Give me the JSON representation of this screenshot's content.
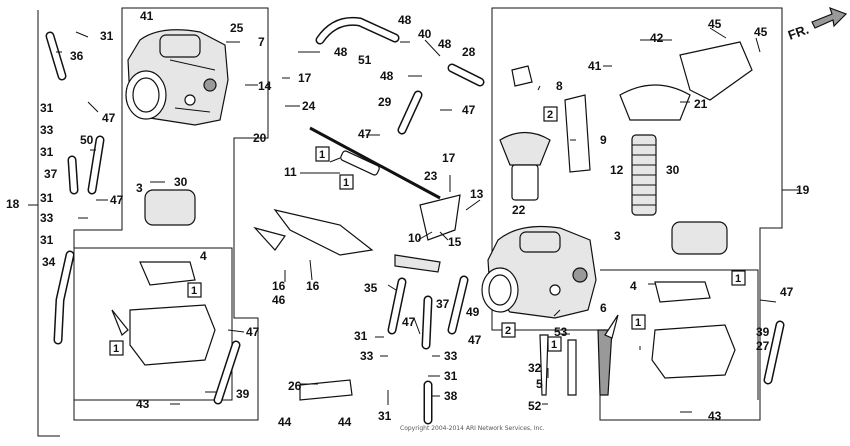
{
  "diagram": {
    "direction_label": "FR.",
    "copyright": "Copyright 2004-2014 ARI Network Services, Inc.",
    "callouts": [
      {
        "id": "c41a",
        "text": "41"
      },
      {
        "id": "c31a",
        "text": "31"
      },
      {
        "id": "c36",
        "text": "36"
      },
      {
        "id": "c25",
        "text": "25"
      },
      {
        "id": "c7",
        "text": "7"
      },
      {
        "id": "c14",
        "text": "14"
      },
      {
        "id": "c17a",
        "text": "17"
      },
      {
        "id": "c24",
        "text": "24"
      },
      {
        "id": "c20",
        "text": "20"
      },
      {
        "id": "c31b",
        "text": "31"
      },
      {
        "id": "c47a",
        "text": "47"
      },
      {
        "id": "c33a",
        "text": "33"
      },
      {
        "id": "c50",
        "text": "50"
      },
      {
        "id": "c31c",
        "text": "31"
      },
      {
        "id": "c37a",
        "text": "37"
      },
      {
        "id": "c3a",
        "text": "3"
      },
      {
        "id": "c30a",
        "text": "30"
      },
      {
        "id": "c31d",
        "text": "31"
      },
      {
        "id": "c47b",
        "text": "47"
      },
      {
        "id": "c33b",
        "text": "33"
      },
      {
        "id": "c18",
        "text": "18"
      },
      {
        "id": "c31e",
        "text": "31"
      },
      {
        "id": "c34",
        "text": "34"
      },
      {
        "id": "c4a",
        "text": "4"
      },
      {
        "id": "c47c",
        "text": "47"
      },
      {
        "id": "c39a",
        "text": "39"
      },
      {
        "id": "c43a",
        "text": "43"
      },
      {
        "id": "c48a",
        "text": "48"
      },
      {
        "id": "c48b",
        "text": "48"
      },
      {
        "id": "c51",
        "text": "51"
      },
      {
        "id": "c40",
        "text": "40"
      },
      {
        "id": "c48c",
        "text": "48"
      },
      {
        "id": "c28",
        "text": "28"
      },
      {
        "id": "c48d",
        "text": "48"
      },
      {
        "id": "c29",
        "text": "29"
      },
      {
        "id": "c47d",
        "text": "47"
      },
      {
        "id": "c47e",
        "text": "47"
      },
      {
        "id": "c17b",
        "text": "17"
      },
      {
        "id": "c11",
        "text": "11"
      },
      {
        "id": "c23",
        "text": "23"
      },
      {
        "id": "c13",
        "text": "13"
      },
      {
        "id": "c10",
        "text": "10"
      },
      {
        "id": "c15",
        "text": "15"
      },
      {
        "id": "c16a",
        "text": "16"
      },
      {
        "id": "c46",
        "text": "46"
      },
      {
        "id": "c16b",
        "text": "16"
      },
      {
        "id": "c35",
        "text": "35"
      },
      {
        "id": "c37b",
        "text": "37"
      },
      {
        "id": "c49",
        "text": "49"
      },
      {
        "id": "c47f",
        "text": "47"
      },
      {
        "id": "c31f",
        "text": "31"
      },
      {
        "id": "c47g",
        "text": "47"
      },
      {
        "id": "c33c",
        "text": "33"
      },
      {
        "id": "c33d",
        "text": "33"
      },
      {
        "id": "c31g",
        "text": "31"
      },
      {
        "id": "c38",
        "text": "38"
      },
      {
        "id": "c26",
        "text": "26"
      },
      {
        "id": "c44a",
        "text": "44"
      },
      {
        "id": "c44b",
        "text": "44"
      },
      {
        "id": "c31h",
        "text": "31"
      },
      {
        "id": "c41b",
        "text": "41"
      },
      {
        "id": "c8",
        "text": "8"
      },
      {
        "id": "c9",
        "text": "9"
      },
      {
        "id": "c22",
        "text": "22"
      },
      {
        "id": "c12",
        "text": "12"
      },
      {
        "id": "c30b",
        "text": "30"
      },
      {
        "id": "c42",
        "text": "42"
      },
      {
        "id": "c45a",
        "text": "45"
      },
      {
        "id": "c45b",
        "text": "45"
      },
      {
        "id": "c21",
        "text": "21"
      },
      {
        "id": "c19",
        "text": "19"
      },
      {
        "id": "c3b",
        "text": "3"
      },
      {
        "id": "c4b",
        "text": "4"
      },
      {
        "id": "c47h",
        "text": "47"
      },
      {
        "id": "c39b",
        "text": "39"
      },
      {
        "id": "c27",
        "text": "27"
      },
      {
        "id": "c6",
        "text": "6"
      },
      {
        "id": "c53",
        "text": "53"
      },
      {
        "id": "c32",
        "text": "32"
      },
      {
        "id": "c5",
        "text": "5"
      },
      {
        "id": "c52",
        "text": "52"
      },
      {
        "id": "c43b",
        "text": "43"
      }
    ],
    "boxed": [
      {
        "id": "b1a",
        "text": "1"
      },
      {
        "id": "b1b",
        "text": "1"
      },
      {
        "id": "b1c",
        "text": "1"
      },
      {
        "id": "b1d",
        "text": "1"
      },
      {
        "id": "b1e",
        "text": "1"
      },
      {
        "id": "b1f",
        "text": "1"
      },
      {
        "id": "b1g",
        "text": "1"
      },
      {
        "id": "b2a",
        "text": "2"
      },
      {
        "id": "b2b",
        "text": "2"
      }
    ]
  }
}
